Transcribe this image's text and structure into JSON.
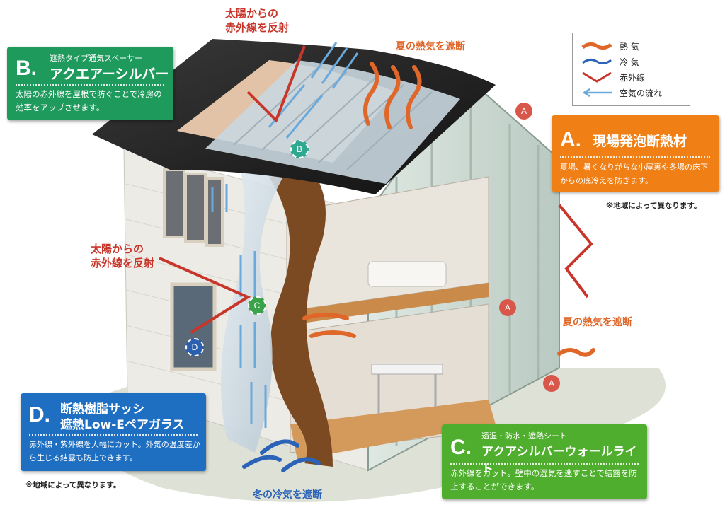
{
  "labels": {
    "sun_reflect_top": "太陽からの\n赤外線を反射",
    "summer_heat_top": "夏の熱気を遮断",
    "sun_reflect_mid": "太陽からの\n赤外線を反射",
    "summer_heat_right": "夏の熱気を遮断",
    "winter_cold": "冬の冷気を遮断"
  },
  "legend": {
    "items": [
      {
        "label": "熱 気",
        "icon": "heat-wave-icon",
        "color": "#e0672a"
      },
      {
        "label": "冷 気",
        "icon": "cold-wave-icon",
        "color": "#2a63b8"
      },
      {
        "label": "赤外線",
        "icon": "infrared-icon",
        "color": "#c8362b"
      },
      {
        "label": "空気の流れ",
        "icon": "airflow-arrow-icon",
        "color": "#6aa9dc"
      }
    ]
  },
  "cards": {
    "A": {
      "letter": "A.",
      "title": "現場発泡断熱材",
      "body": "夏場、暑くなりがちな小屋裏や冬場の床下からの底冷えを防ぎます。",
      "color": "#f07f16"
    },
    "B": {
      "letter": "B.",
      "subtitle": "遮熱タイプ通気スペーサー",
      "title": "アクエアーシルバー",
      "body": "太陽の赤外線を屋根で防ぐことで冷房の効率をアップさせます。",
      "color": "#1f9a5d"
    },
    "C": {
      "letter": "C.",
      "subtitle": "透湿・防水・遮熱シート",
      "title": "アクアシルバーウォールライト",
      "body": "赤外線をカット。壁中の湿気を逃すことで結露を防止することができます。",
      "color": "#4fae2d"
    },
    "D": {
      "letter": "D.",
      "title_line1": "断熱樹脂サッシ",
      "title_line2": "遮熱Low-Eペアガラス",
      "body": "赤外線・紫外線を大幅にカット。外気の温度差から生じる結露も防止できます。",
      "color": "#1e6fc2"
    }
  },
  "notes": {
    "region_right": "※地域によって異なります。",
    "region_left": "※地域によって異なります。"
  },
  "markers": [
    {
      "label": "A"
    },
    {
      "label": "A"
    },
    {
      "label": "A"
    },
    {
      "label": "B"
    },
    {
      "label": "C"
    },
    {
      "label": "D"
    }
  ],
  "colors": {
    "heat": "#e0672a",
    "cold": "#2a63b8",
    "infrared": "#c8362b",
    "air": "#6aa9dc",
    "markerA": "#d9574a",
    "markerB": "#2fa890",
    "markerC": "#3aa34a",
    "markerD": "#2b5fb0"
  }
}
